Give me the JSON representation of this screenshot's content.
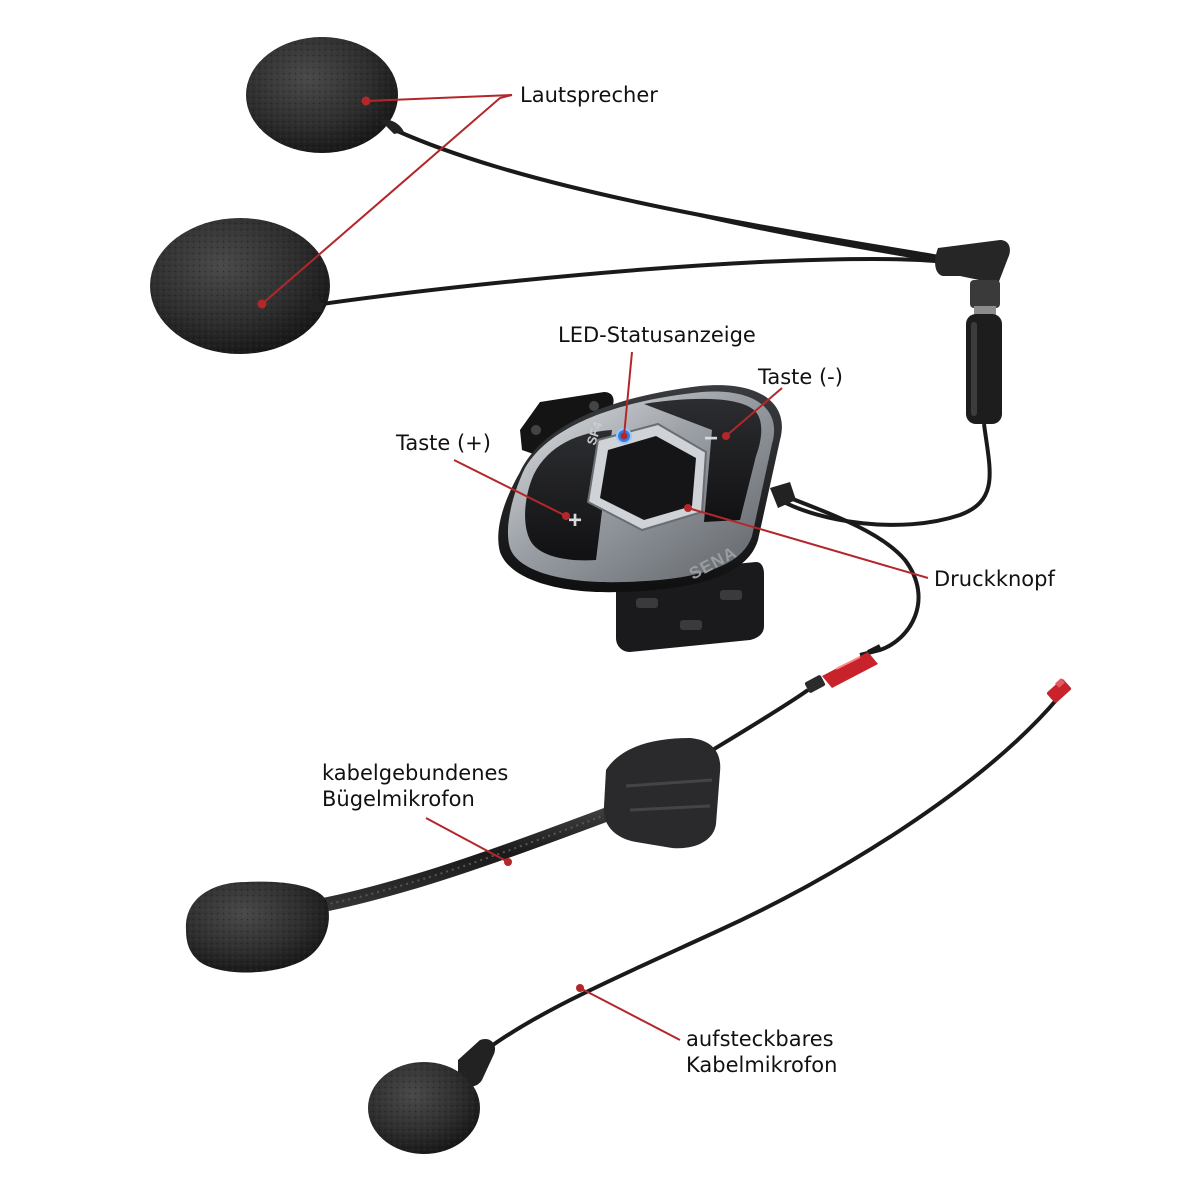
{
  "labels": {
    "speakers": "Lautsprecher",
    "led": "LED-Statusanzeige",
    "minus": "Taste (-)",
    "plus": "Taste (+)",
    "jog": "Druckknopf",
    "boom_line1": "kabelgebundenes",
    "boom_line2": "Bügelmikrofon",
    "wired_line1": "aufsteckbares",
    "wired_line2": "Kabelmikrofon"
  },
  "device": {
    "model": "SF4",
    "brand": "SENA",
    "plus_symbol": "+",
    "minus_symbol": "−"
  },
  "colors": {
    "leader": "#b3272b",
    "foam": "#2b2b2b",
    "cable": "#1a1a1a",
    "body": "#1c1c1e",
    "chrome": "#a9adb2",
    "led": "#2f7fe0",
    "connector": "#d1262b"
  }
}
